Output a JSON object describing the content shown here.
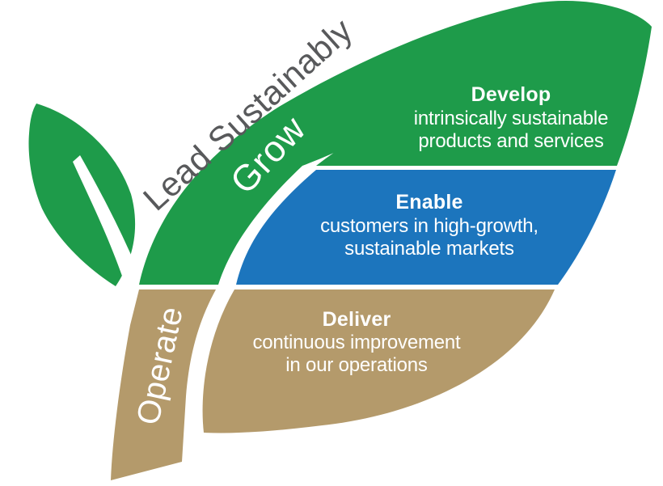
{
  "colors": {
    "green": "#1e9b4a",
    "blue": "#1c75bd",
    "tan": "#b49a6b",
    "label_gray": "#58595b",
    "text_white": "#ffffff",
    "background": "#ffffff"
  },
  "diagram": {
    "lead_label": "Lead Sustainably",
    "grow": {
      "label": "Grow"
    },
    "operate": {
      "label": "Operate"
    },
    "develop": {
      "heading": "Develop",
      "line1": "intrinsically sustainable",
      "line2": "products and services"
    },
    "enable": {
      "heading": "Enable",
      "line1": "customers in high-growth,",
      "line2": "sustainable markets"
    },
    "deliver": {
      "heading": "Deliver",
      "line1": "continuous improvement",
      "line2": "in our operations"
    }
  }
}
